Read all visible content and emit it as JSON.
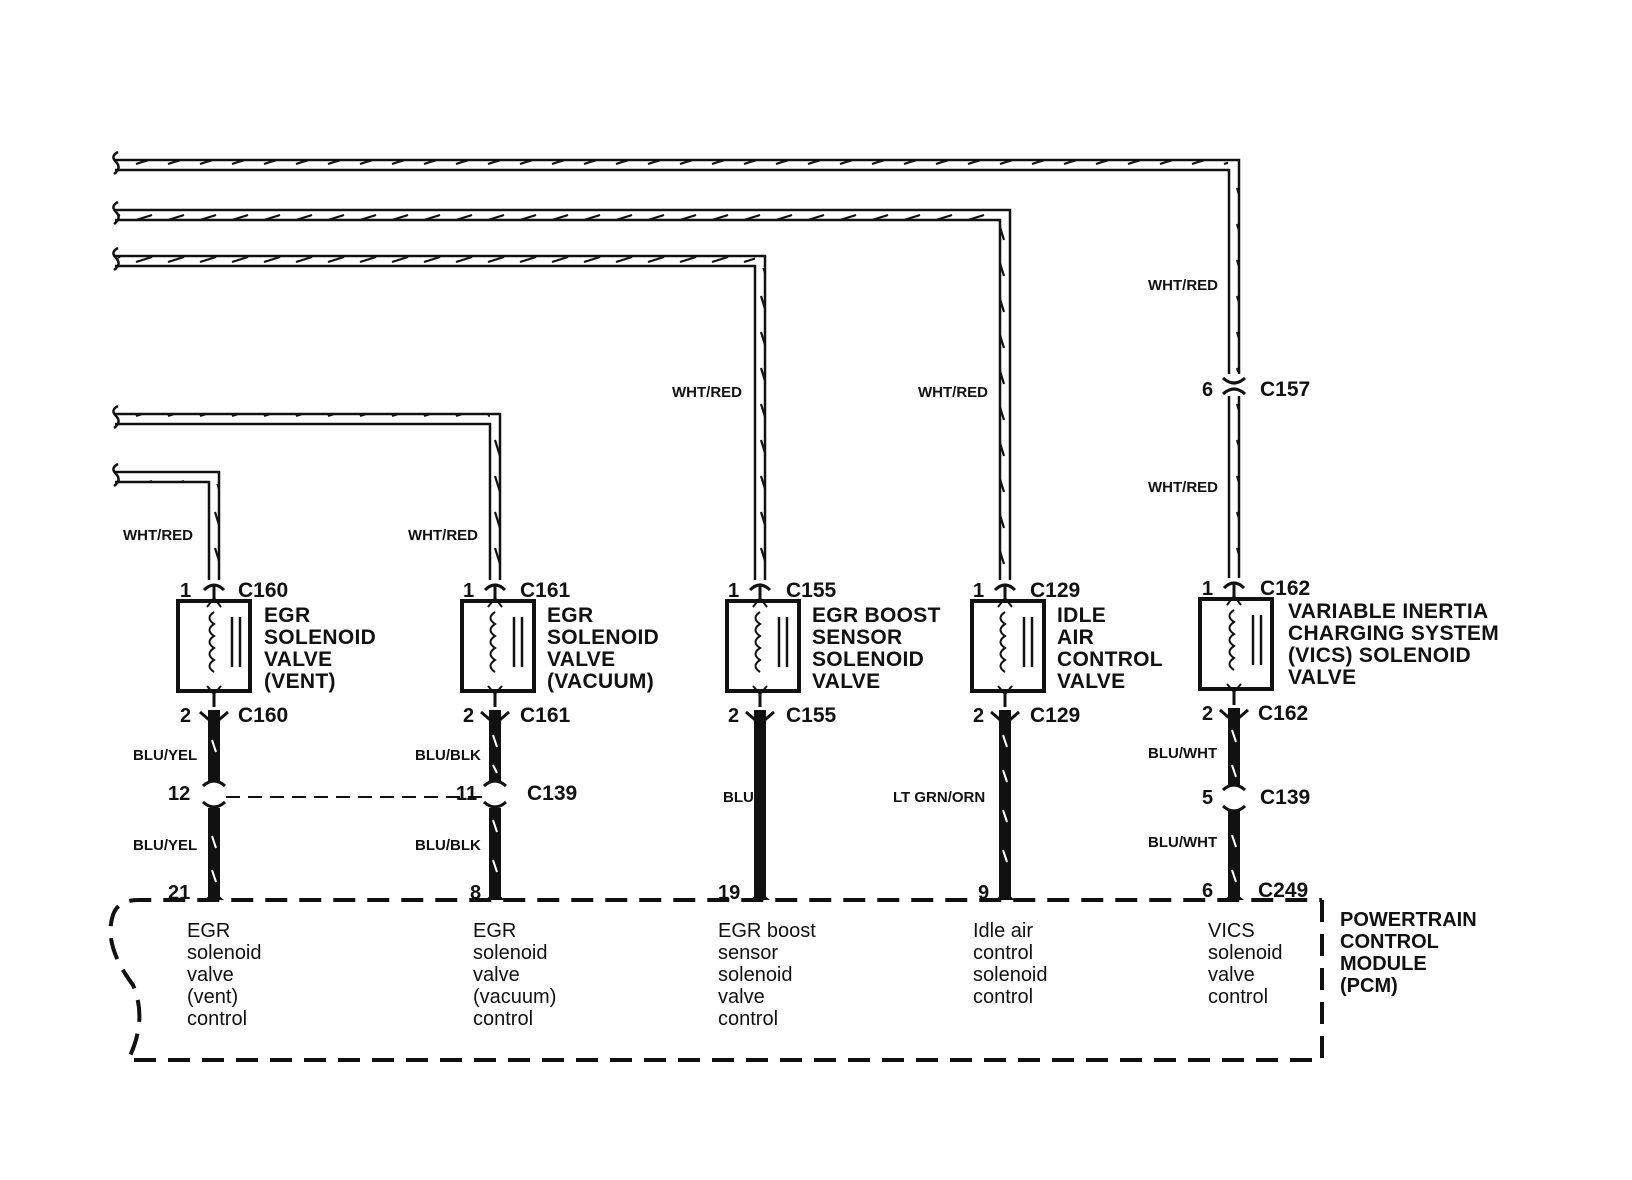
{
  "wires": {
    "supply_color": "WHT/RED",
    "egr_vent_signal": "BLU/YEL",
    "egr_vacuum_signal": "BLU/BLK",
    "egr_boost_signal": "BLU",
    "iac_signal": "LT GRN/ORN",
    "vics_signal": "BLU/WHT"
  },
  "components": [
    {
      "name_lines": [
        "EGR",
        "SOLENOID",
        "VALVE",
        "(VENT)"
      ],
      "connector": "C160",
      "pin_top": "1",
      "pin_bottom": "2",
      "inline_pin": "12",
      "pcm_pin": "21",
      "pcm_desc": [
        "EGR",
        "solenoid",
        "valve",
        "(vent)",
        "control"
      ]
    },
    {
      "name_lines": [
        "EGR",
        "SOLENOID",
        "VALVE",
        "(VACUUM)"
      ],
      "connector": "C161",
      "pin_top": "1",
      "pin_bottom": "2",
      "inline_pin": "11",
      "inline_connector": "C139",
      "pcm_pin": "8",
      "pcm_desc": [
        "EGR",
        "solenoid",
        "valve",
        "(vacuum)",
        "control"
      ]
    },
    {
      "name_lines": [
        "EGR BOOST",
        "SENSOR",
        "SOLENOID",
        "VALVE"
      ],
      "connector": "C155",
      "pin_top": "1",
      "pin_bottom": "2",
      "pcm_pin": "19",
      "pcm_desc": [
        "EGR boost",
        "sensor",
        "solenoid",
        "valve",
        "control"
      ]
    },
    {
      "name_lines": [
        "IDLE",
        "AIR",
        "CONTROL",
        "VALVE"
      ],
      "connector": "C129",
      "pin_top": "1",
      "pin_bottom": "2",
      "pcm_pin": "9",
      "pcm_desc": [
        "Idle air",
        "control",
        "solenoid",
        "control"
      ]
    },
    {
      "name_lines": [
        "VARIABLE INERTIA",
        "CHARGING SYSTEM",
        "(VICS) SOLENOID",
        "VALVE"
      ],
      "connector": "C162",
      "pin_top": "1",
      "pin_bottom": "2",
      "upper_pin": "6",
      "upper_connector": "C157",
      "inline_pin": "5",
      "inline_connector": "C139",
      "pcm_pin": "6",
      "pcm_connector": "C249",
      "pcm_desc": [
        "VICS",
        "solenoid",
        "valve",
        "control"
      ]
    }
  ],
  "pcm": {
    "name_lines": [
      "POWERTRAIN",
      "CONTROL",
      "MODULE",
      "(PCM)"
    ]
  }
}
